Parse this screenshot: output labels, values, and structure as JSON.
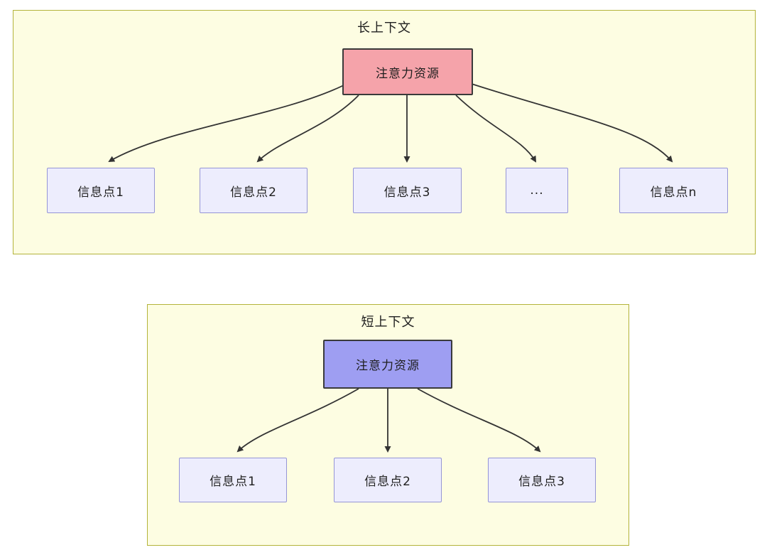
{
  "long_context": {
    "title": "长上下文",
    "attention_label": "注意力资源",
    "nodes": [
      "信息点1",
      "信息点2",
      "信息点3",
      "...",
      "信息点n"
    ]
  },
  "short_context": {
    "title": "短上下文",
    "attention_label": "注意力资源",
    "nodes": [
      "信息点1",
      "信息点2",
      "信息点3"
    ]
  },
  "colors": {
    "container_bg": "#fdfde2",
    "container_border": "#b3b33a",
    "attention_long_bg": "#f5a3aa",
    "attention_short_bg": "#9e9ef2",
    "attention_border": "#3a3a3a",
    "node_bg": "#ededfd",
    "node_border": "#9595d6",
    "arrow_color": "#333333",
    "text_color": "#1f1f1f"
  }
}
